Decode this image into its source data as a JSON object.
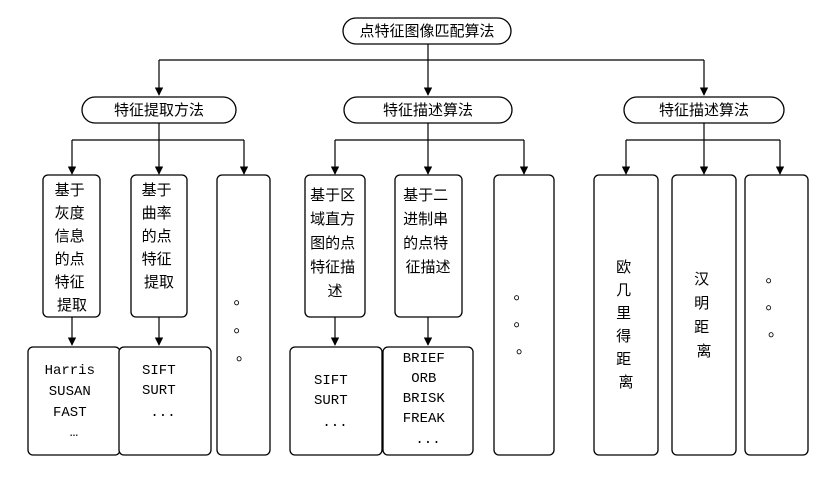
{
  "root": {
    "label": "点特征图像匹配算法"
  },
  "categories": [
    {
      "label": "特征提取方法"
    },
    {
      "label": "特征描述算法"
    },
    {
      "label": "特征描述算法"
    }
  ],
  "methods": {
    "gray_point": {
      "lines": [
        "基于",
        "灰度",
        "信息",
        "的点",
        "特征",
        "提取"
      ]
    },
    "curvature_point": {
      "lines": [
        "基于",
        "曲率",
        "的点",
        "特征",
        "提取"
      ]
    },
    "extract_more": {
      "lines": [
        "。",
        "。",
        "。"
      ]
    },
    "region_hist": {
      "lines": [
        "基于区",
        "域直方",
        "图的点",
        "特征描",
        "述"
      ]
    },
    "binary_string": {
      "lines": [
        "基于二",
        "进制串",
        "的点特",
        "征描述"
      ]
    },
    "describe_more": {
      "lines": [
        "。",
        "。",
        "。"
      ]
    },
    "euclidean": {
      "lines": [
        "欧",
        "几",
        "里",
        "得",
        "距",
        "离"
      ]
    },
    "hamming": {
      "lines": [
        "汉",
        "明",
        "距",
        "离"
      ]
    },
    "distance_more": {
      "lines": [
        "。",
        "。",
        "。"
      ]
    }
  },
  "examples": {
    "gray": {
      "lines": [
        "Harris",
        "SUSAN",
        "FAST",
        "…"
      ]
    },
    "curvature": {
      "lines": [
        "SIFT",
        "SURT",
        "..."
      ]
    },
    "hist": {
      "lines": [
        "SIFT",
        "SURT",
        "..."
      ]
    },
    "binary": {
      "lines": [
        "BRIEF",
        "ORB",
        "BRISK",
        "FREAK",
        "..."
      ]
    }
  }
}
